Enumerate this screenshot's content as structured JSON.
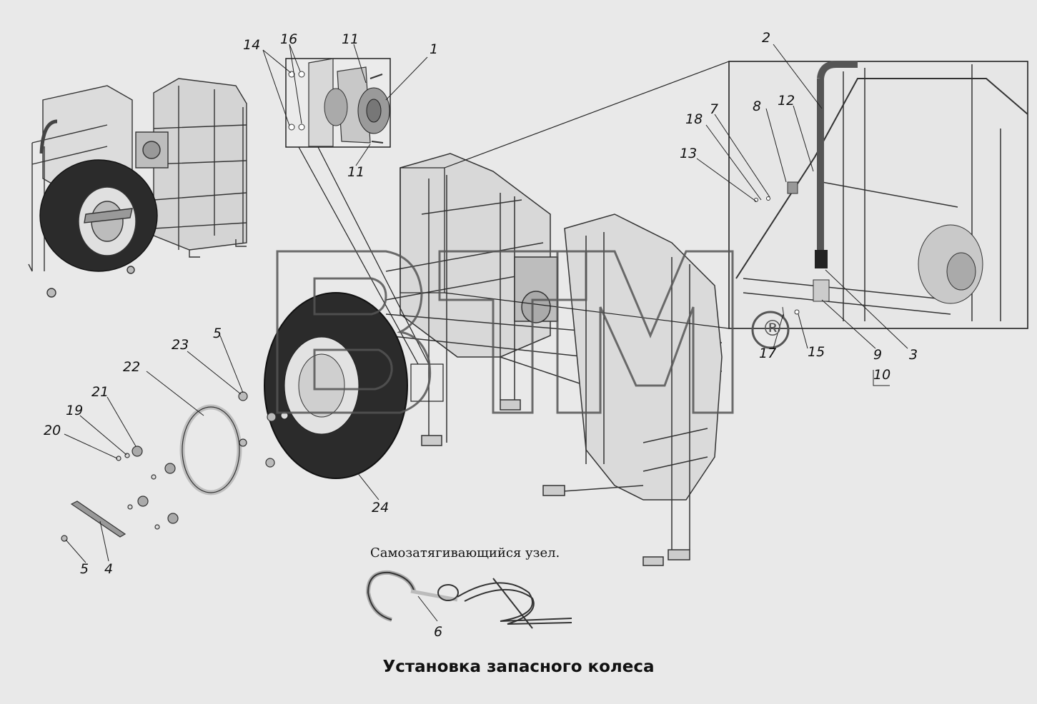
{
  "title": "Установка запасного колеса",
  "note": "Самозатягивающийся узел.",
  "watermark": {
    "text": "BTM",
    "mark": "®"
  },
  "callouts": {
    "c1": "1",
    "c2": "2",
    "c3": "3",
    "c4": "4",
    "c5a": "5",
    "c5b": "5",
    "c6": "6",
    "c7": "7",
    "c8": "8",
    "c9": "9",
    "c10": "10",
    "c11a": "11",
    "c11b": "11",
    "c12": "12",
    "c13": "13",
    "c14": "14",
    "c15": "15",
    "c16": "16",
    "c17": "17",
    "c18": "18",
    "c19": "19",
    "c20": "20",
    "c21": "21",
    "c22": "22",
    "c23": "23",
    "c24": "24"
  },
  "colors": {
    "background": "#e9e9e9",
    "linework": "#333333",
    "tire": "#2b2b2b",
    "frame": "#d6d6d6",
    "watermark": "#555555"
  }
}
